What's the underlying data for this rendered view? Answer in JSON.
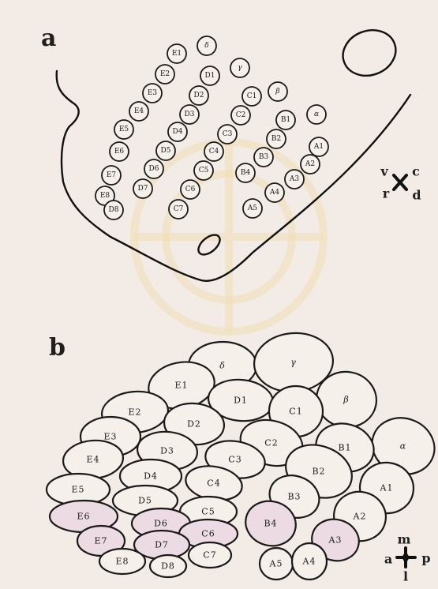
{
  "panel_a": {
    "label": "a",
    "cells": [
      "E1",
      "δ",
      "E2",
      "D1",
      "γ",
      "E3",
      "D2",
      "C1",
      "β",
      "E4",
      "D3",
      "C2",
      "B1",
      "α",
      "E5",
      "D4",
      "C3",
      "B2",
      "A1",
      "E6",
      "D5",
      "C4",
      "B3",
      "A2",
      "E7",
      "D6",
      "C5",
      "B4",
      "A3",
      "E8",
      "D7",
      "C6",
      "A4",
      "D8",
      "C7",
      "A5"
    ],
    "orientation": {
      "v": "v",
      "c": "c",
      "r": "r",
      "d": "d"
    }
  },
  "panel_b": {
    "label": "b",
    "cells": [
      "δ",
      "γ",
      "E1",
      "D1",
      "β",
      "C1",
      "E2",
      "D2",
      "α",
      "C2",
      "E3",
      "B1",
      "D3",
      "C3",
      "E4",
      "B2",
      "A1",
      "D4",
      "C4",
      "E5",
      "B3",
      "D5",
      "C5",
      "A2",
      "E6",
      "D6",
      "B4",
      "C6",
      "E7",
      "A3",
      "D7",
      "C7",
      "E8",
      "D8",
      "A5",
      "A4"
    ],
    "orientation": {
      "m": "m",
      "a": "a",
      "p": "p",
      "l": "l"
    }
  }
}
